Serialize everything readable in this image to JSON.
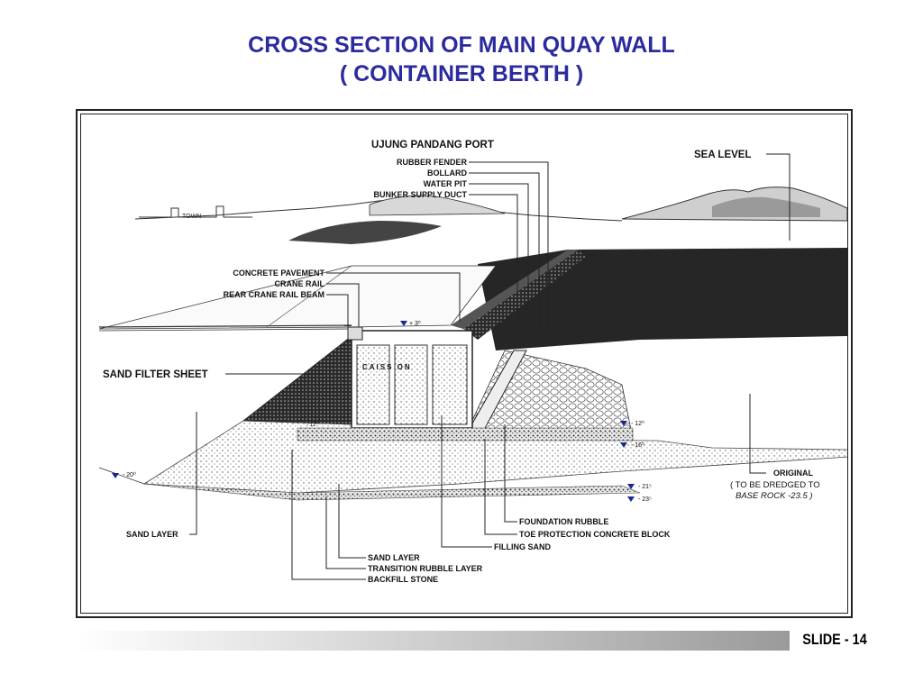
{
  "title": {
    "line1": "CROSS SECTION OF MAIN QUAY WALL",
    "line2": "( CONTAINER BERTH )"
  },
  "diagram": {
    "port_name": "UJUNG PANDANG PORT",
    "town_label": "TOWN",
    "caisson_label": "CAISS ON",
    "labels": {
      "rubber_fender": "RUBBER FENDER",
      "bollard": "BOLLARD",
      "water_pit": "WATER PIT",
      "bunker_supply_duct": "BUNKER SUPPLY DUCT",
      "sea_level": "SEA LEVEL",
      "concrete_pavement": "CONCRETE PAVEMENT",
      "crane_rail": "CRANE RAIL",
      "rear_crane_rail_beam": "REAR CRANE RAIL BEAM",
      "sand_filter_sheet": "SAND FILTER SHEET",
      "original": "ORIGINAL",
      "original_note_1": "( TO BE DREDGED TO",
      "original_note_2": "BASE ROCK -23.5 )",
      "foundation_rubble": "FOUNDATION RUBBLE",
      "toe_protection": "TOE PROTECTION CONCRETE BLOCK",
      "filling_sand": "FILLING SAND",
      "sand_layer_left": "SAND LAYER",
      "sand_layer": "SAND LAYER",
      "transition_rubble": "TRANSITION RUBBLE LAYER",
      "backfill_stone": "BACKFILL STONE"
    },
    "levels": {
      "deck": "+ 3⁰",
      "caisson_base": "- 12⁰",
      "rubble_top": "- 16⁰",
      "bed_21": "- 21⁵",
      "bed_23": "- 23⁵",
      "left_20": "- 20⁰",
      "inner_12": "- 12⁰"
    }
  },
  "footer": {
    "slide_label": "SLIDE - 14"
  },
  "colors": {
    "title": "#2b2b9e",
    "level_marker": "#1a2a8c"
  }
}
